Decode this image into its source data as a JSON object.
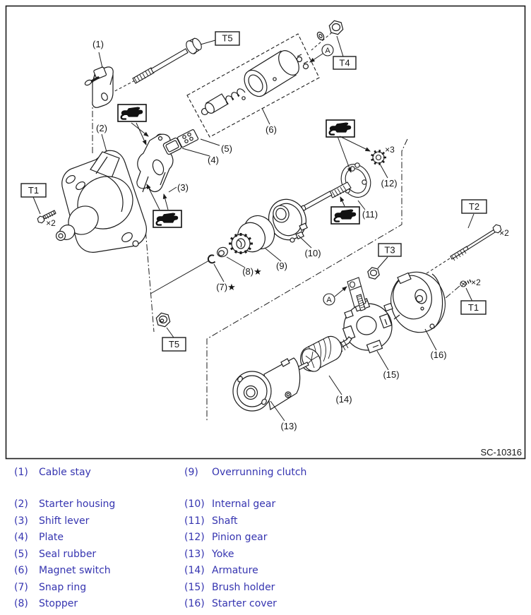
{
  "figure": {
    "code": "SC-10316",
    "tools": {
      "t5_top": "T5",
      "t4": "T4",
      "t1_left": "T1",
      "t2": "T2",
      "t3": "T3",
      "t1_right": "T1",
      "t5_bottom": "T5"
    },
    "callouts": {
      "c1": "(1)",
      "c2": "(2)",
      "c3": "(3)",
      "c4": "(4)",
      "c5": "(5)",
      "c6": "(6)",
      "c7": "(7)★",
      "c8": "(8)★",
      "c9": "(9)",
      "c10": "(10)",
      "c11": "(11)",
      "c12": "(12)",
      "c13": "(13)",
      "c14": "(14)",
      "c15": "(15)",
      "c16": "(16)"
    },
    "multipliers": {
      "bolt_t1_left": "×2",
      "pinion": "×3",
      "bolt_t2": "×2",
      "bolt_t1_right": "×2"
    },
    "ref_letter": "A"
  },
  "legend": {
    "left": [
      {
        "num": "(1)",
        "name": "Cable stay"
      },
      {
        "num": "(2)",
        "name": "Starter housing"
      },
      {
        "num": "(3)",
        "name": "Shift lever"
      },
      {
        "num": "(4)",
        "name": "Plate"
      },
      {
        "num": "(5)",
        "name": "Seal rubber"
      },
      {
        "num": "(6)",
        "name": "Magnet switch"
      },
      {
        "num": "(7)",
        "name": "Snap ring"
      },
      {
        "num": "(8)",
        "name": "Stopper"
      }
    ],
    "right": [
      {
        "num": "(9)",
        "name": "Overrunning clutch"
      },
      {
        "num": "(10)",
        "name": "Internal gear"
      },
      {
        "num": "(11)",
        "name": "Shaft"
      },
      {
        "num": "(12)",
        "name": "Pinion gear"
      },
      {
        "num": "(13)",
        "name": "Yoke"
      },
      {
        "num": "(14)",
        "name": "Armature"
      },
      {
        "num": "(15)",
        "name": "Brush holder"
      },
      {
        "num": "(16)",
        "name": "Starter cover"
      }
    ]
  },
  "colors": {
    "legend_text": "#3534b0",
    "line": "#1c1c1c"
  }
}
